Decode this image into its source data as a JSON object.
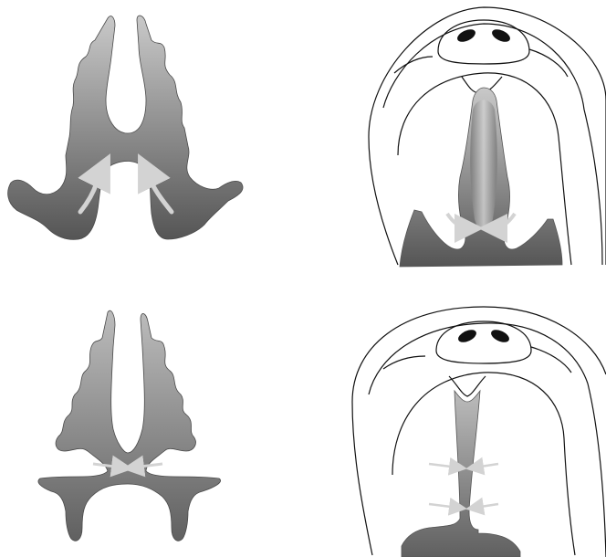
{
  "figure": {
    "panels": [
      {
        "id": "a",
        "subject": "skull-base-bone-outline",
        "arrow_style": "curved-upward"
      },
      {
        "id": "b",
        "subject": "face-view-with-wedge-graft",
        "arrow_style": "converging"
      },
      {
        "id": "c",
        "subject": "skull-base-bone-outline-narrowed",
        "arrow_style": "converging"
      },
      {
        "id": "d",
        "subject": "face-view-with-thin-strip",
        "arrow_style": "converging"
      }
    ],
    "colors": {
      "bone_light": "#bdbdbd",
      "bone_dark": "#5e5e5e",
      "arrow": "#d3d3d3",
      "outline": "#111111"
    }
  }
}
